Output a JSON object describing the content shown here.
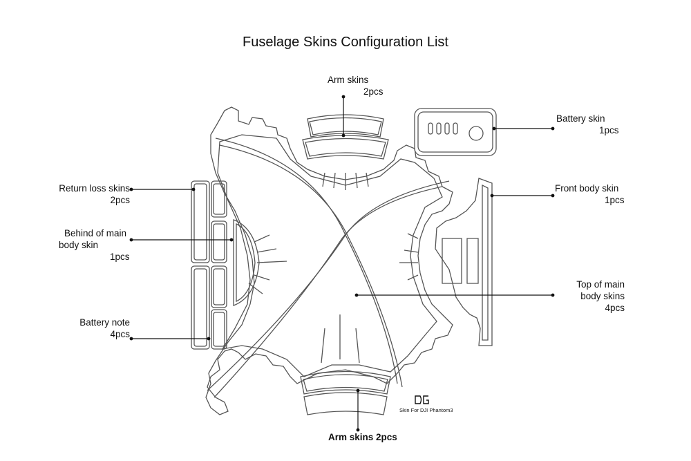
{
  "title": "Fuselage Skins Configuration List",
  "labels": {
    "arm_top": [
      "Arm skins",
      "2pcs"
    ],
    "battery_skin": [
      "Battery skin",
      "1pcs"
    ],
    "return_loss": [
      "Return loss skins",
      "2pcs"
    ],
    "front_body": [
      "Front body skin",
      "1pcs"
    ],
    "behind_main": [
      "Behind of main",
      "body skin",
      "1pcs"
    ],
    "top_main": [
      "Top of main",
      "body skins",
      "4pcs"
    ],
    "battery_note": [
      "Battery note",
      "4pcs"
    ],
    "arm_bottom": "Arm skins  2pcs"
  },
  "brand_text": "Skin For DJI Phantom3",
  "colors": {
    "line": "#222222",
    "outline": "#555555"
  }
}
